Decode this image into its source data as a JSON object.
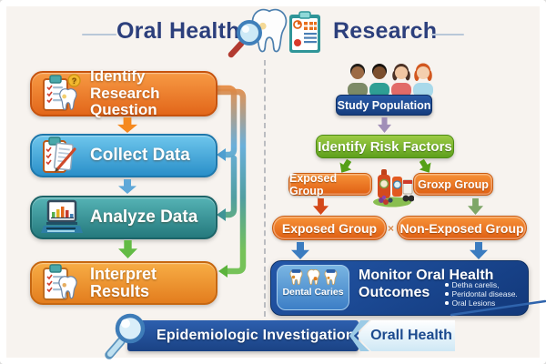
{
  "colors": {
    "background": "#f7f3ef",
    "header_text": "#2c3f7c",
    "orange_box": "#e8741f",
    "blue_box": "#3e9cd0",
    "teal_box": "#2f8d91",
    "green_box": "#6aad2a",
    "navy_box": "#1c4890",
    "banner_navy": "#22539f",
    "chevron_light": "#cfe8f5"
  },
  "header": {
    "title_left": "Oral Health",
    "title_right": "Research"
  },
  "left_flow": {
    "steps": [
      {
        "label": "Identify Research Question",
        "icon": "clipboard-tooth-question-icon"
      },
      {
        "label": "Collect Data",
        "icon": "clipboard-pen-icon"
      },
      {
        "label": "Analyze Data",
        "icon": "laptop-chart-icon"
      },
      {
        "label": "Interpret Results",
        "icon": "clipboard-tooth-icon"
      }
    ]
  },
  "right_flow": {
    "population_label": "Study Population",
    "risk_label": "Identify Risk Factors",
    "row1": {
      "left": "Exposed Group",
      "right": "Groxp Group"
    },
    "row2": {
      "left": "Exposed Group",
      "separator": "×",
      "right": "Non-Exposed Group"
    },
    "monitor": {
      "subbox_label": "Dental Caries",
      "title_line1": "Monitor Oral Health",
      "title_line2": "Outcomes",
      "bullets": [
        "Detha carelis,",
        "Peridontal disease.",
        "Oral Lesions"
      ]
    }
  },
  "footer": {
    "banner_label": "Epidemiologic Investigation",
    "tag_label": "Orall Health"
  },
  "icons": {
    "question_glyph": "?"
  }
}
